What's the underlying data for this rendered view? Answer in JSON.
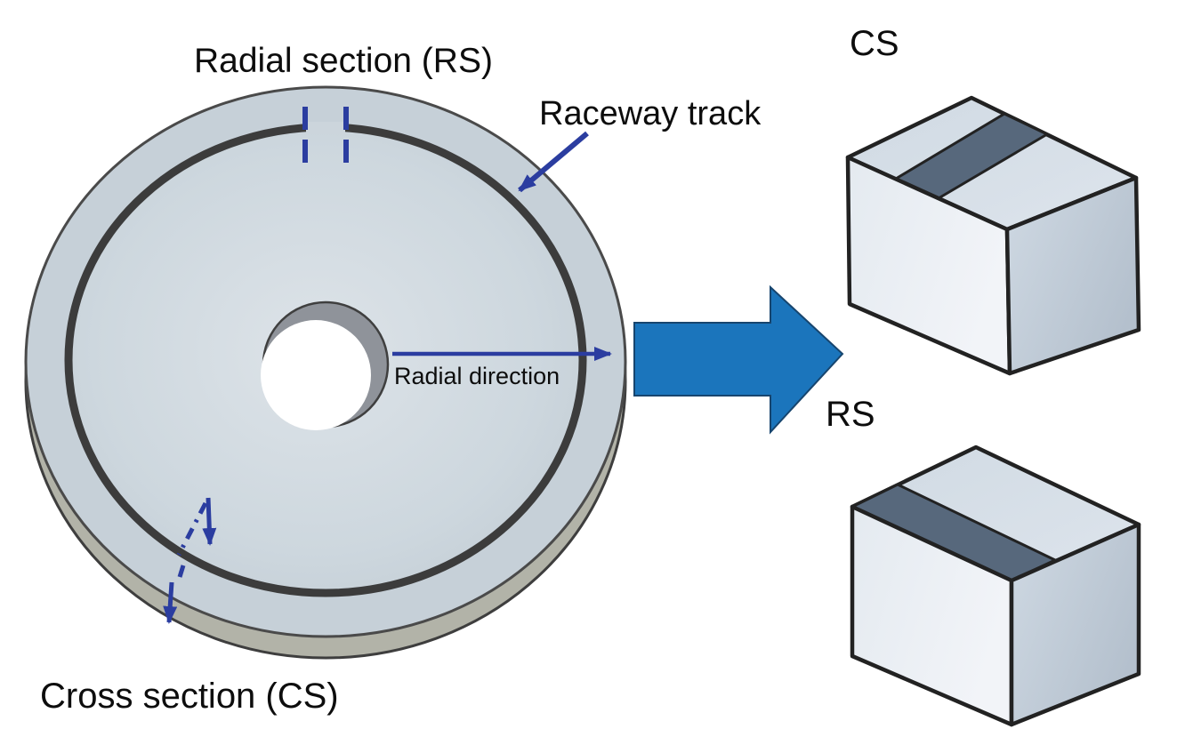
{
  "figure": {
    "type": "diagram",
    "subject": "bearing-washer-section-cutting-scheme",
    "labels": {
      "radial_section": "Radial section (RS)",
      "raceway_track": "Raceway track",
      "radial_direction": "Radial direction",
      "cross_section": "Cross section (CS)",
      "cs_box": "CS",
      "rs_box": "RS"
    },
    "colors": {
      "annotation_blue": "#2b3da0",
      "transform_arrow_blue": "#1b75bc",
      "transform_arrow_outline": "#17456e",
      "raceway_ring_dark": "#3c3c3c",
      "stripe_slate": "#57687c",
      "disc_outer_band": "#c6d0d8",
      "box_top_face": "#d6dfe7",
      "box_front_face": "#edf0f5",
      "box_right_face": "#c2cdd9",
      "outline_dark": "#222222",
      "rim_gray": "#b2b3a8",
      "bore_gray": "#8f939a",
      "text_black": "#0d0d0d"
    }
  }
}
